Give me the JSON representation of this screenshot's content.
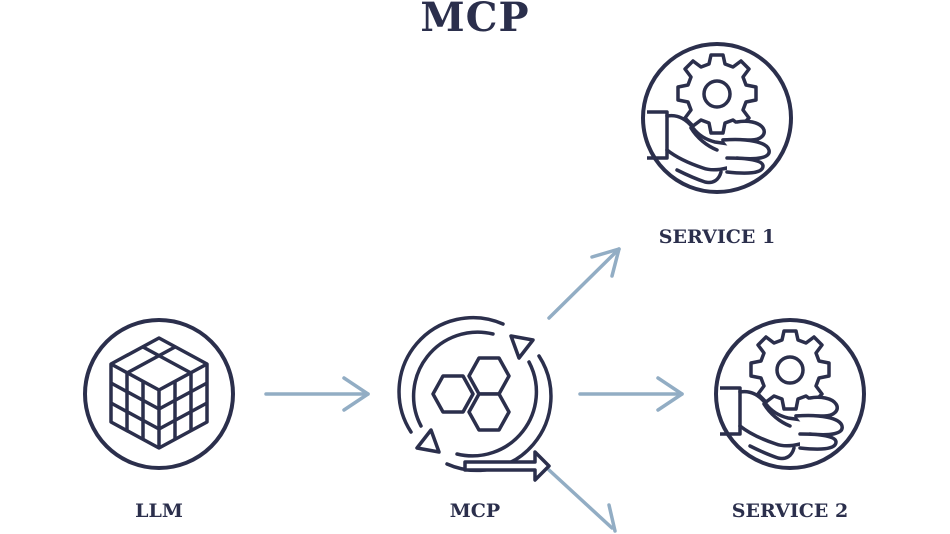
{
  "title": "MCP",
  "nodes": {
    "llm": {
      "label": "LLM",
      "icon": "cube-icon"
    },
    "mcp": {
      "label": "MCP",
      "icon": "hexagon-cycle-icon"
    },
    "service1": {
      "label": "SERVICE 1",
      "icon": "gear-hand-icon"
    },
    "service2": {
      "label": "SERVICE 2",
      "icon": "gear-hand-icon"
    }
  },
  "edges": [
    {
      "from": "llm",
      "to": "mcp"
    },
    {
      "from": "mcp",
      "to": "service1"
    },
    {
      "from": "mcp",
      "to": "service2"
    },
    {
      "from": "mcp",
      "to": "offscreen"
    }
  ],
  "colors": {
    "ink": "#2b2f4c",
    "arrow": "#92adc4",
    "background": "#ffffff"
  }
}
